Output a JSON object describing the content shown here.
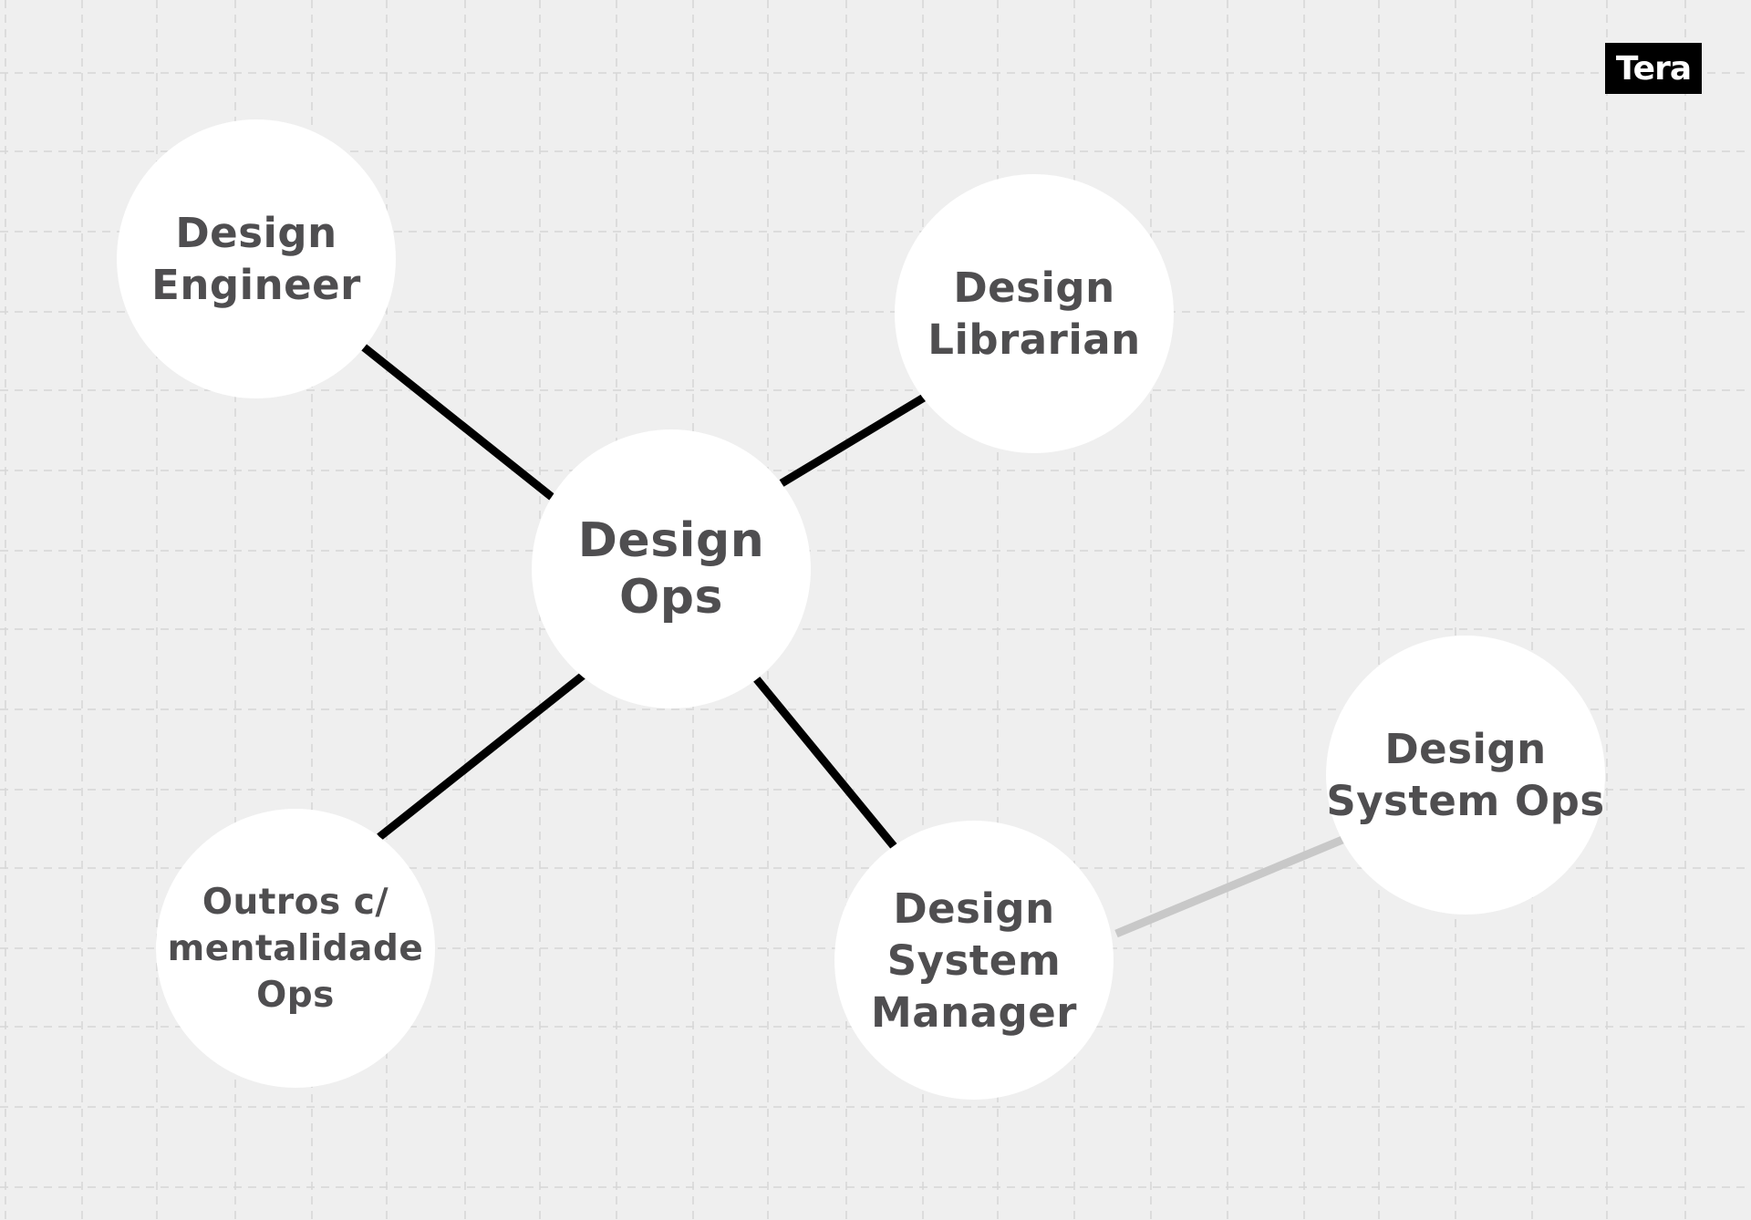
{
  "logo": {
    "text": "Tera"
  },
  "colors": {
    "background": "#efefef",
    "grid": "#d6d6d6",
    "node_fill": "#ffffff",
    "label": "#4f4e50",
    "primary_link": "#000000",
    "secondary_link": "#c8c8c8"
  },
  "nodes": {
    "design_ops": {
      "label": "Design\nOps"
    },
    "design_engineer": {
      "label": "Design\nEngineer"
    },
    "design_librarian": {
      "label": "Design\nLibrarian"
    },
    "outros": {
      "label": "Outros c/\nmentalidade\nOps"
    },
    "design_system_manager": {
      "label": "Design\nSystem\nManager"
    },
    "design_system_ops": {
      "label": "Design\nSystem Ops"
    }
  },
  "links": [
    {
      "from": "design_ops",
      "to": "design_engineer",
      "style": "primary"
    },
    {
      "from": "design_ops",
      "to": "design_librarian",
      "style": "primary"
    },
    {
      "from": "design_ops",
      "to": "outros",
      "style": "primary"
    },
    {
      "from": "design_ops",
      "to": "design_system_manager",
      "style": "primary"
    },
    {
      "from": "design_system_manager",
      "to": "design_system_ops",
      "style": "secondary"
    }
  ]
}
